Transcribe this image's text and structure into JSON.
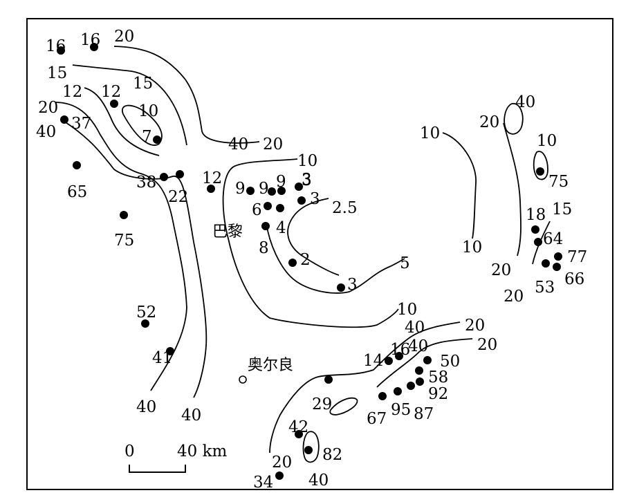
{
  "map": {
    "cities": [
      {
        "label": "巴黎"
      },
      {
        "label": "奥尔良"
      }
    ],
    "scale_bar": {
      "start": "0",
      "end": "40 km"
    },
    "station_values": [
      "16",
      "16",
      "37",
      "12",
      "7",
      "65",
      "38",
      "22",
      "12",
      "9",
      "9",
      "9",
      "3",
      "3",
      "6",
      "4",
      "8",
      "75",
      "2",
      "3",
      "52",
      "41",
      "14",
      "16",
      "50",
      "58",
      "92",
      "87",
      "95",
      "67",
      "29",
      "42",
      "82",
      "34",
      "75",
      "18",
      "64",
      "77",
      "66",
      "53"
    ],
    "contour_labels": [
      "20",
      "15",
      "15",
      "12",
      "10",
      "20",
      "40",
      "20",
      "10",
      "3",
      "2.5",
      "10",
      "5",
      "10",
      "20",
      "20",
      "40",
      "10",
      "15",
      "20",
      "40",
      "20",
      "20",
      "40",
      "40",
      "40",
      "20",
      "40",
      "40",
      "10"
    ]
  }
}
